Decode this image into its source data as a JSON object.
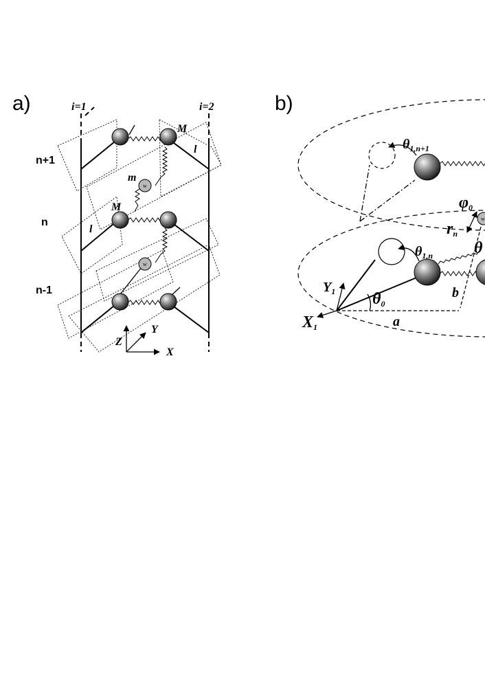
{
  "panel_a": {
    "label": "a)",
    "column_1": "i=1",
    "column_2": "i=2",
    "rows": [
      "n+1",
      "n",
      "n-1"
    ],
    "mass_large": "M",
    "mass_large_2": "M",
    "mass_small": "m",
    "arm_length": "l",
    "arm_length_2": "l",
    "water_1": "w",
    "water_2": "w",
    "axis_z": "Z",
    "axis_y": "Y",
    "axis_x": "X"
  },
  "panel_b": {
    "label": "b)",
    "theta_upper": "θ",
    "theta_upper_sub": "1,n+1",
    "theta_lower": "θ",
    "theta_lower_sub": "1,n",
    "theta_zero": "θ",
    "theta_zero_sub": "0",
    "theta_right": "θ",
    "phi_zero": "φ",
    "phi_zero_sub": "0",
    "r_n": "r",
    "r_n_sub": "n",
    "water": "w",
    "dist_a": "a",
    "dist_b": "b",
    "axis_y": "Y",
    "axis_y_sub": "1",
    "axis_x": "X",
    "axis_x_sub": "1"
  }
}
